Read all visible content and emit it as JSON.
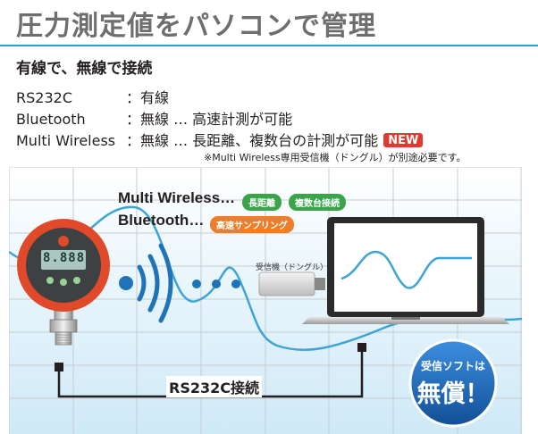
{
  "header": {
    "title": "圧力測定値をパソコンで管理"
  },
  "section": {
    "subtitle": "有線で、無線で接続"
  },
  "specs": [
    {
      "key": "RS232C",
      "value": "：有線"
    },
    {
      "key": "Bluetooth",
      "value": "：無線 … 高速計測が可能"
    },
    {
      "key": "Multi Wireless",
      "value": "：無線 … 長距離、複数台の計測が可能"
    }
  ],
  "badge_new": "NEW",
  "note": "※Multi Wireless専用受信機（ドングル）が別途必要です。",
  "diagram": {
    "multi_wireless_label": "Multi Wireless…",
    "multi_wireless_tags": [
      "長距離",
      "複数台接続"
    ],
    "bluetooth_label": "Bluetooth…",
    "bluetooth_tag": "高速サンプリング",
    "dongle_label": "受信機（ドングル）",
    "rs232c_label": "RS232C接続",
    "gauge_reading": "8.888",
    "free_badge_top": "受信ソフトは",
    "free_badge_main": "無償！"
  },
  "colors": {
    "title_gray": "#6d6e70",
    "rule_blue": "#2aa0c8",
    "new_red": "#e03a2f",
    "tag_green": "#3aa44a",
    "tag_orange": "#ee7d2c",
    "signal_blue": "#1f73b7",
    "curve_blue": "#3ea4d8",
    "free_badge_blue": "#1a6cb8",
    "gauge_red": "#e04a2a"
  }
}
